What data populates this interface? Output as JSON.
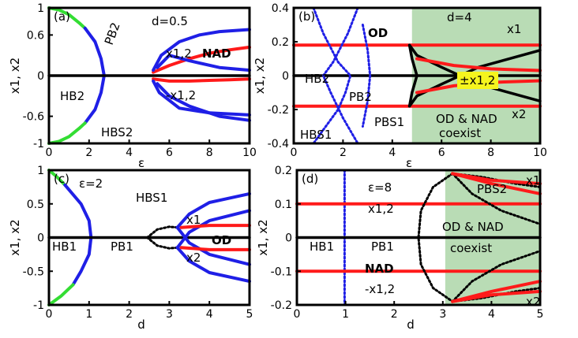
{
  "colors": {
    "black": "#000000",
    "red": "#ff1a1a",
    "blue": "#1f1fe6",
    "green": "#33dd33",
    "coexist_fill": "#b9dcb5",
    "highlight": "#f5f51e"
  },
  "chart_data": [
    {
      "type": "line",
      "panel": "(a)",
      "xlabel": "ε",
      "ylabel": "x1, x2",
      "xlim": [
        0,
        10
      ],
      "ylim": [
        -1,
        1
      ],
      "xticks": [
        "0",
        "2",
        "4",
        "6",
        "8",
        "10"
      ],
      "yticks": [
        "1",
        "0.6",
        "0",
        "-0.6",
        "-1"
      ],
      "yticks_values": [
        1,
        0.6,
        0,
        -0.6,
        -1
      ],
      "annotations": [
        "d=0.5",
        "PB2",
        "HB2",
        "HBS2",
        "x1,2",
        "NAD",
        "-x1,2"
      ],
      "series": [
        {
          "color": "green",
          "x": [
            0,
            0.5,
            1.0,
            1.5,
            1.8
          ],
          "y": [
            1.0,
            0.97,
            0.9,
            0.78,
            0.7
          ]
        },
        {
          "color": "blue",
          "x": [
            1.8,
            2.3,
            2.6,
            2.75,
            2.6,
            2.3,
            1.8
          ],
          "y": [
            0.7,
            0.5,
            0.25,
            0,
            -0.25,
            -0.5,
            -0.7
          ]
        },
        {
          "color": "green",
          "x": [
            1.8,
            1.5,
            1.0,
            0.5,
            0
          ],
          "y": [
            -0.7,
            -0.78,
            -0.9,
            -0.97,
            -1.0
          ]
        },
        {
          "color": "black",
          "x": [
            0,
            10
          ],
          "y": [
            0,
            0
          ]
        },
        {
          "color": "red",
          "x": [
            5.2,
            6,
            7,
            8,
            9,
            10
          ],
          "y": [
            0.05,
            0.15,
            0.25,
            0.33,
            0.38,
            0.42
          ]
        },
        {
          "color": "red",
          "x": [
            5.2,
            6,
            7,
            8,
            9,
            10
          ],
          "y": [
            -0.05,
            -0.08,
            -0.08,
            -0.07,
            -0.06,
            -0.05
          ]
        },
        {
          "color": "blue",
          "x": [
            5.2,
            5.6,
            6.5,
            7.5,
            8.5,
            10
          ],
          "y": [
            0.08,
            0.3,
            0.5,
            0.6,
            0.65,
            0.68
          ]
        },
        {
          "color": "blue",
          "x": [
            5.2,
            5.5,
            6.5,
            8,
            10
          ],
          "y": [
            -0.08,
            -0.25,
            -0.48,
            -0.55,
            -0.58
          ]
        },
        {
          "color": "blue",
          "x": [
            5.4,
            6.0,
            7.0,
            8.5,
            10
          ],
          "y": [
            0.12,
            0.3,
            0.22,
            0.12,
            0.08
          ]
        },
        {
          "color": "blue",
          "x": [
            5.4,
            6.0,
            7.0,
            8.5,
            10
          ],
          "y": [
            -0.12,
            -0.3,
            -0.45,
            -0.6,
            -0.66
          ]
        }
      ]
    },
    {
      "type": "line",
      "panel": "(b)",
      "xlabel": "ε",
      "ylabel": "x1, x2",
      "xlim": [
        0,
        10
      ],
      "ylim": [
        -0.4,
        0.4
      ],
      "xticks": [
        "0",
        "2",
        "4",
        "6",
        "8",
        "10"
      ],
      "yticks": [
        "0.4",
        "0.2",
        "0",
        "-0.2",
        "-0.4"
      ],
      "yticks_values": [
        0.4,
        0.2,
        0,
        -0.2,
        -0.4
      ],
      "shaded_region": {
        "x": [
          4.8,
          10
        ],
        "label": "OD & NAD coexist"
      },
      "annotations": [
        "d=4",
        "OD",
        "HB2",
        "PB2",
        "HBS1",
        "PBS1",
        "x1",
        "x2",
        "±x1,2",
        "OD & NAD",
        "coexist"
      ],
      "series": [
        {
          "color": "red",
          "x": [
            0,
            10
          ],
          "y": [
            0.18,
            0.18
          ]
        },
        {
          "color": "red",
          "x": [
            0,
            10
          ],
          "y": [
            -0.18,
            -0.18
          ]
        },
        {
          "color": "black",
          "x": [
            0,
            10
          ],
          "y": [
            0,
            0
          ]
        },
        {
          "color": "blue",
          "style": "dotted",
          "x": [
            0.8,
            1.2,
            1.8,
            2.3,
            2.1,
            1.8,
            1.2,
            0.8
          ],
          "y": [
            0.4,
            0.25,
            0.08,
            0,
            -0.1,
            -0.2,
            -0.32,
            -0.4
          ]
        },
        {
          "color": "blue",
          "style": "dotted",
          "x": [
            2.6,
            2.2,
            1.6,
            1.2,
            1.5,
            2.0,
            2.6
          ],
          "y": [
            0.4,
            0.25,
            0.08,
            0,
            -0.1,
            -0.25,
            -0.4
          ]
        },
        {
          "color": "blue",
          "style": "dotted",
          "x": [
            2.8,
            3.0,
            3.1,
            3.0,
            2.8
          ],
          "y": [
            0.3,
            0.15,
            0,
            -0.15,
            -0.3
          ]
        },
        {
          "color": "black",
          "x": [
            4.7,
            5.0,
            6.0,
            7.5,
            10
          ],
          "y": [
            0.18,
            0.12,
            0.05,
            -0.05,
            -0.15
          ]
        },
        {
          "color": "black",
          "x": [
            4.7,
            5.0,
            6.0,
            7.5,
            10
          ],
          "y": [
            -0.18,
            -0.12,
            -0.05,
            0.05,
            0.15
          ]
        },
        {
          "color": "black",
          "x": [
            4.7,
            4.8,
            5.0,
            4.8,
            4.7
          ],
          "y": [
            0.18,
            0.1,
            0,
            -0.1,
            -0.18
          ]
        },
        {
          "color": "red",
          "x": [
            5.0,
            6.5,
            8.0,
            10
          ],
          "y": [
            0.1,
            0.06,
            0.04,
            0.03
          ]
        },
        {
          "color": "red",
          "x": [
            5.0,
            6.5,
            8.0,
            10
          ],
          "y": [
            -0.1,
            -0.06,
            -0.04,
            -0.03
          ]
        }
      ]
    },
    {
      "type": "line",
      "panel": "(c)",
      "xlabel": "d",
      "ylabel": "x1, x2",
      "xlim": [
        0,
        5
      ],
      "ylim": [
        -1,
        1
      ],
      "xticks": [
        "0",
        "1",
        "2",
        "3",
        "4",
        "5"
      ],
      "yticks": [
        "1",
        "0.5",
        "0",
        "-0.5",
        "-1"
      ],
      "yticks_values": [
        1,
        0.5,
        0,
        -0.5,
        -1
      ],
      "annotations": [
        "ε=2",
        "HBS1",
        "HB1",
        "PB1",
        "x1",
        "x2",
        "OD"
      ],
      "series": [
        {
          "color": "green",
          "x": [
            0,
            0.2,
            0.4
          ],
          "y": [
            1.0,
            0.9,
            0.78
          ]
        },
        {
          "color": "blue",
          "x": [
            0.4,
            0.8,
            1.0,
            1.05,
            1.0,
            0.8,
            0.6
          ],
          "y": [
            0.78,
            0.5,
            0.25,
            0,
            -0.25,
            -0.5,
            -0.7
          ]
        },
        {
          "color": "green",
          "x": [
            0.6,
            0.3,
            0
          ],
          "y": [
            -0.7,
            -0.87,
            -1.0
          ]
        },
        {
          "color": "black",
          "x": [
            0,
            5
          ],
          "y": [
            0,
            0
          ]
        },
        {
          "color": "black",
          "style": "dotted",
          "x": [
            2.45,
            2.7,
            3.0,
            3.2
          ],
          "y": [
            0,
            0.12,
            0.16,
            0.15
          ]
        },
        {
          "color": "black",
          "style": "dotted",
          "x": [
            2.45,
            2.7,
            3.0,
            3.2
          ],
          "y": [
            0,
            -0.12,
            -0.16,
            -0.15
          ]
        },
        {
          "color": "blue",
          "x": [
            3.2,
            3.5,
            4.0,
            5
          ],
          "y": [
            0.15,
            0.35,
            0.52,
            0.65
          ]
        },
        {
          "color": "blue",
          "x": [
            3.2,
            3.5,
            4.0,
            5
          ],
          "y": [
            -0.15,
            -0.35,
            -0.52,
            -0.65
          ]
        },
        {
          "color": "blue",
          "x": [
            3.2,
            3.5,
            4.0,
            5
          ],
          "y": [
            -0.15,
            0.08,
            0.25,
            0.4
          ]
        },
        {
          "color": "blue",
          "x": [
            3.2,
            3.5,
            4.0,
            5
          ],
          "y": [
            0.15,
            -0.08,
            -0.25,
            -0.4
          ]
        },
        {
          "color": "red",
          "x": [
            3.3,
            4.0,
            5
          ],
          "y": [
            0.15,
            0.18,
            0.18
          ]
        },
        {
          "color": "red",
          "x": [
            3.3,
            4.0,
            5
          ],
          "y": [
            -0.15,
            -0.18,
            -0.18
          ]
        }
      ]
    },
    {
      "type": "line",
      "panel": "(d)",
      "xlabel": "d",
      "ylabel": "x1, x2",
      "xlim": [
        0,
        5
      ],
      "ylim": [
        -0.2,
        0.2
      ],
      "xticks": [
        "0",
        "1",
        "2",
        "3",
        "4",
        "5"
      ],
      "yticks": [
        "0.2",
        "0.1",
        "0",
        "-0.1",
        "-0.2"
      ],
      "yticks_values": [
        0.2,
        0.1,
        0,
        -0.1,
        -0.2
      ],
      "shaded_region": {
        "x": [
          3.05,
          5
        ],
        "label": "OD & NAD coexist"
      },
      "annotations": [
        "ε=8",
        "x1",
        "PBS2",
        "x1,2",
        "HB1",
        "PB1",
        "NAD",
        "-x1,2",
        "OD & NAD",
        "coexist",
        "x2"
      ],
      "series": [
        {
          "color": "blue",
          "style": "dotted",
          "x": [
            0.98,
            0.98
          ],
          "y": [
            0.2,
            -0.2
          ]
        },
        {
          "color": "red",
          "x": [
            0,
            5
          ],
          "y": [
            0.1,
            0.1
          ]
        },
        {
          "color": "red",
          "x": [
            0,
            5
          ],
          "y": [
            -0.1,
            -0.1
          ]
        },
        {
          "color": "black",
          "x": [
            0,
            5
          ],
          "y": [
            0,
            0
          ]
        },
        {
          "color": "black",
          "style": "dotted",
          "x": [
            3.2,
            2.8,
            2.55,
            2.5,
            2.55,
            2.8,
            3.2
          ],
          "y": [
            0.19,
            0.15,
            0.08,
            0,
            -0.08,
            -0.15,
            -0.19
          ]
        },
        {
          "color": "black",
          "style": "dotted",
          "x": [
            3.2,
            3.6,
            4.2,
            5
          ],
          "y": [
            0.19,
            0.13,
            0.08,
            0.04
          ]
        },
        {
          "color": "black",
          "style": "dotted",
          "x": [
            3.2,
            3.6,
            4.2,
            5
          ],
          "y": [
            -0.19,
            -0.13,
            -0.08,
            -0.04
          ]
        },
        {
          "color": "black",
          "style": "dotted",
          "x": [
            3.2,
            3.8,
            4.5,
            5
          ],
          "y": [
            0.19,
            0.18,
            0.16,
            0.15
          ]
        },
        {
          "color": "black",
          "style": "dotted",
          "x": [
            3.2,
            3.8,
            4.5,
            5
          ],
          "y": [
            -0.19,
            -0.18,
            -0.16,
            -0.15
          ]
        },
        {
          "color": "red",
          "x": [
            3.2,
            4.0,
            5
          ],
          "y": [
            0.19,
            0.17,
            0.16
          ]
        },
        {
          "color": "red",
          "x": [
            3.2,
            4.0,
            5
          ],
          "y": [
            0.19,
            0.16,
            0.13
          ]
        },
        {
          "color": "red",
          "x": [
            3.2,
            4.0,
            5
          ],
          "y": [
            -0.19,
            -0.17,
            -0.16
          ]
        },
        {
          "color": "red",
          "x": [
            3.2,
            4.0,
            5
          ],
          "y": [
            -0.19,
            -0.16,
            -0.13
          ]
        }
      ]
    }
  ]
}
